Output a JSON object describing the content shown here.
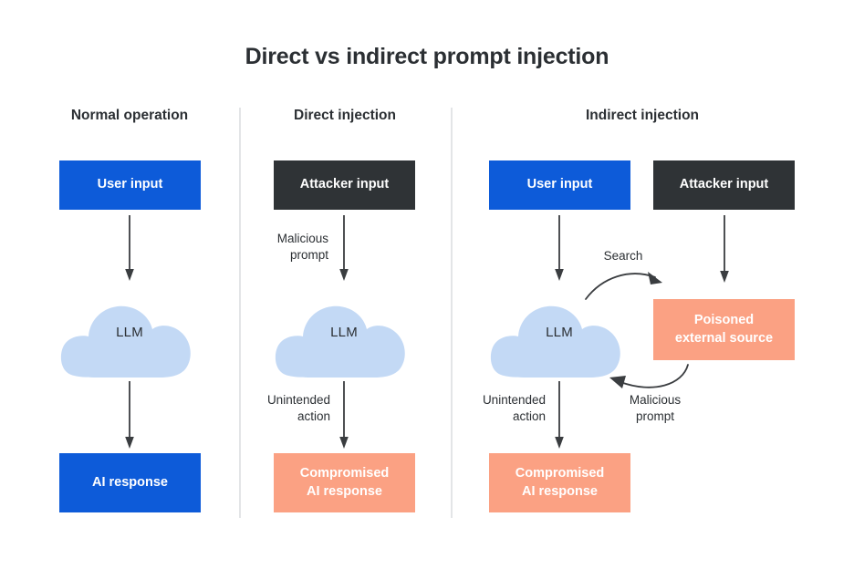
{
  "title": "Direct vs indirect prompt injection",
  "colors": {
    "background": "#ffffff",
    "text": "#2b2f33",
    "user_input": "#0d5bd9",
    "attacker_input": "#2f3336",
    "llm_cloud": "#c3d9f5",
    "compromised": "#fba183",
    "divider": "#e3e5e7",
    "arrow": "#3a3d40"
  },
  "columns": [
    {
      "id": "normal-operation",
      "header": "Normal operation",
      "nodes": [
        {
          "id": "user-input",
          "label": "User input",
          "style": "blue"
        },
        {
          "id": "llm",
          "label": "LLM",
          "style": "cloud"
        },
        {
          "id": "ai-response",
          "label": "AI response",
          "style": "blue"
        }
      ],
      "edges": []
    },
    {
      "id": "direct-injection",
      "header": "Direct injection",
      "nodes": [
        {
          "id": "attacker-input",
          "label": "Attacker input",
          "style": "dark"
        },
        {
          "id": "llm",
          "label": "LLM",
          "style": "cloud"
        },
        {
          "id": "compromised-ai-response",
          "label": "Compromised\nAI response",
          "line1": "Compromised",
          "line2": "AI response",
          "style": "salmon"
        }
      ],
      "edges": [
        {
          "id": "malicious-prompt",
          "line1": "Malicious",
          "line2": "prompt"
        },
        {
          "id": "unintended-action",
          "line1": "Unintended",
          "line2": "action"
        }
      ]
    },
    {
      "id": "indirect-injection",
      "header": "Indirect injection",
      "nodes": [
        {
          "id": "user-input",
          "label": "User input",
          "style": "blue"
        },
        {
          "id": "attacker-input",
          "label": "Attacker input",
          "style": "dark"
        },
        {
          "id": "llm",
          "label": "LLM",
          "style": "cloud"
        },
        {
          "id": "poisoned-external-source",
          "line1": "Poisoned",
          "line2": "external source",
          "style": "salmon"
        },
        {
          "id": "compromised-ai-response",
          "line1": "Compromised",
          "line2": "AI response",
          "style": "salmon"
        }
      ],
      "edges": [
        {
          "id": "search",
          "line1": "Search"
        },
        {
          "id": "malicious-prompt",
          "line1": "Malicious",
          "line2": "prompt"
        },
        {
          "id": "unintended-action",
          "line1": "Unintended",
          "line2": "action"
        }
      ]
    }
  ]
}
